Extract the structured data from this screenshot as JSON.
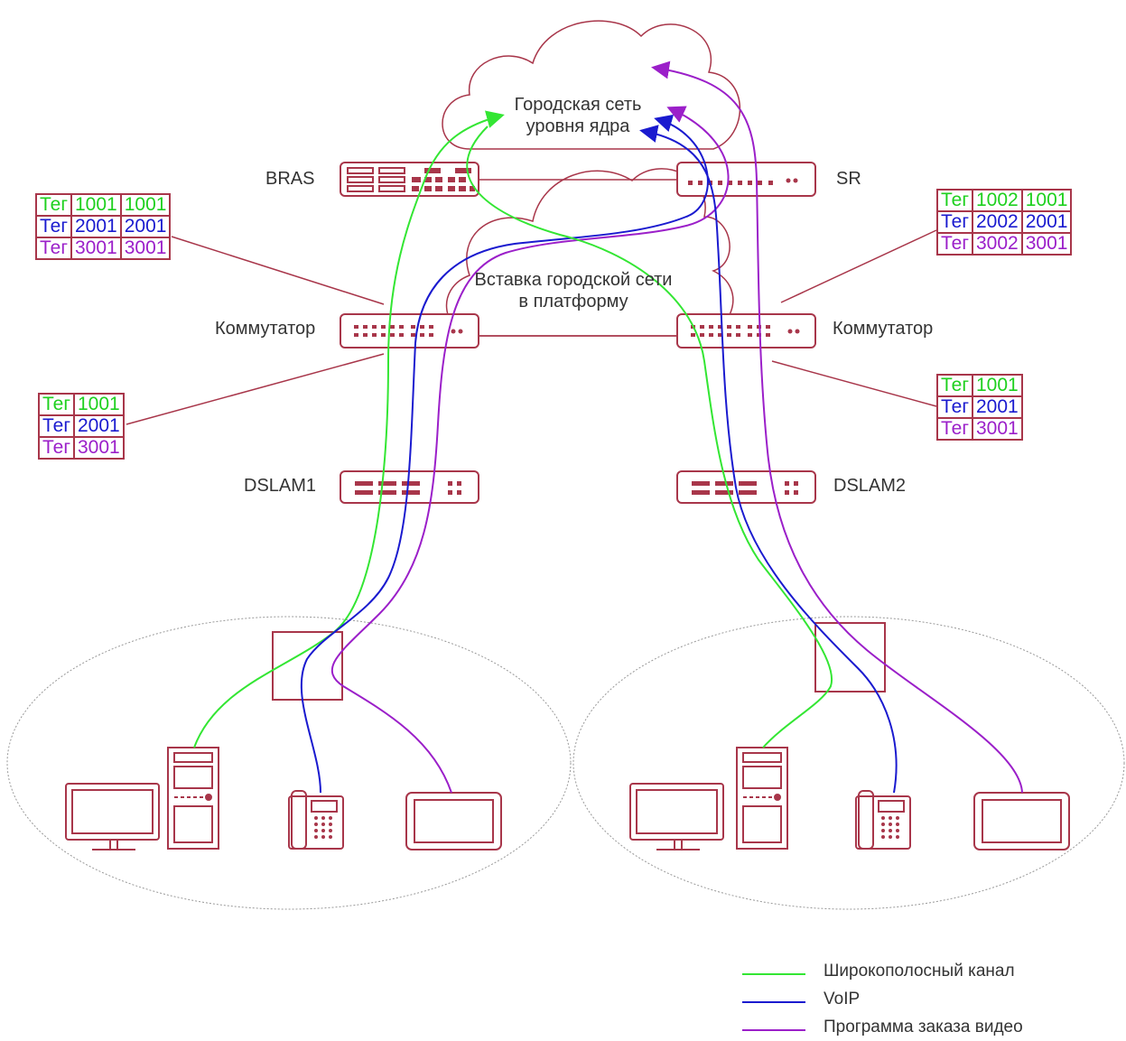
{
  "colors": {
    "device": "#a8364a",
    "broadband": "#33e633",
    "voip": "#1a1acf",
    "vod": "#9b1fc9",
    "cloud": "#a8364a",
    "ellipse": "#999999"
  },
  "clouds": {
    "core": {
      "line1": "Городская сеть",
      "line2": "уровня ядра"
    },
    "insert": {
      "line1": "Вставка городской сети",
      "line2": "в платформу"
    }
  },
  "devices": {
    "bras": "BRAS",
    "sr": "SR",
    "switch_left": "Коммутатор",
    "switch_right": "Коммутатор",
    "dslam1": "DSLAM1",
    "dslam2": "DSLAM2"
  },
  "tag_tables": {
    "top_left": [
      {
        "tag": "Тег",
        "a": "1001",
        "b": "1001",
        "color": "green"
      },
      {
        "tag": "Тег",
        "a": "2001",
        "b": "2001",
        "color": "blue"
      },
      {
        "tag": "Тег",
        "a": "3001",
        "b": "3001",
        "color": "purple"
      }
    ],
    "top_right": [
      {
        "tag": "Тег",
        "a": "1002",
        "b": "1001",
        "color": "green"
      },
      {
        "tag": "Тег",
        "a": "2002",
        "b": "2001",
        "color": "blue"
      },
      {
        "tag": "Тег",
        "a": "3002",
        "b": "3001",
        "color": "purple"
      }
    ],
    "bottom_left": [
      {
        "tag": "Тег",
        "a": "1001",
        "color": "green"
      },
      {
        "tag": "Тег",
        "a": "2001",
        "color": "blue"
      },
      {
        "tag": "Тег",
        "a": "3001",
        "color": "purple"
      }
    ],
    "bottom_right": [
      {
        "tag": "Тег",
        "a": "1001",
        "color": "green"
      },
      {
        "tag": "Тег",
        "a": "2001",
        "color": "blue"
      },
      {
        "tag": "Тег",
        "a": "3001",
        "color": "purple"
      }
    ]
  },
  "legend": {
    "broadband": "Широкополосный канал",
    "voip": "VoIP",
    "vod": "Программа заказа видео"
  }
}
